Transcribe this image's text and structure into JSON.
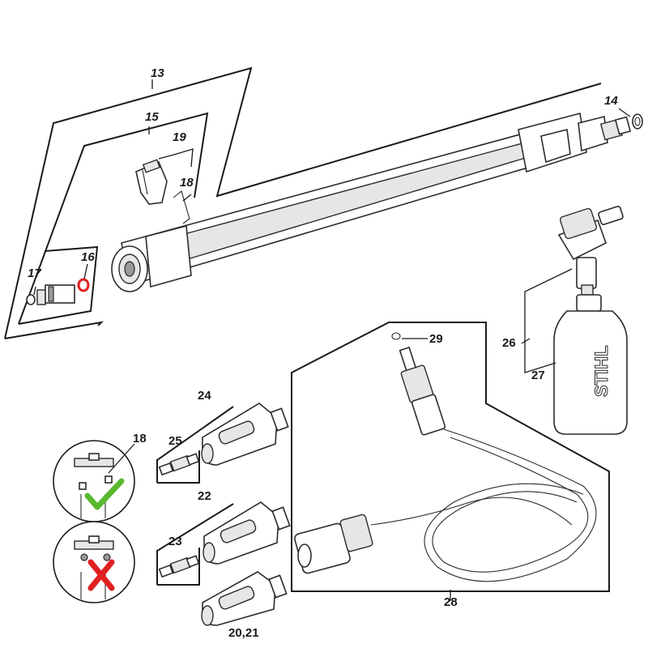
{
  "colors": {
    "line": "#1a1a1a",
    "part_fill": "#e6e6e6",
    "highlight_oring": "#e02020",
    "check": "#5ab82e",
    "cross": "#e02020"
  },
  "callouts": {
    "c13": "13",
    "c14": "14",
    "c15": "15",
    "c16": "16",
    "c17": "17",
    "c18": "18",
    "c19": "19",
    "c18b": "18",
    "c22": "22",
    "c23": "23",
    "c24": "24",
    "c25": "25",
    "c26": "26",
    "c27": "27",
    "c28": "28",
    "c29": "29",
    "c2021": "20,21"
  },
  "brand": {
    "bottle_logo": "STIHL"
  },
  "icons": {
    "correct": "check-mark-icon",
    "incorrect": "cross-mark-icon"
  }
}
